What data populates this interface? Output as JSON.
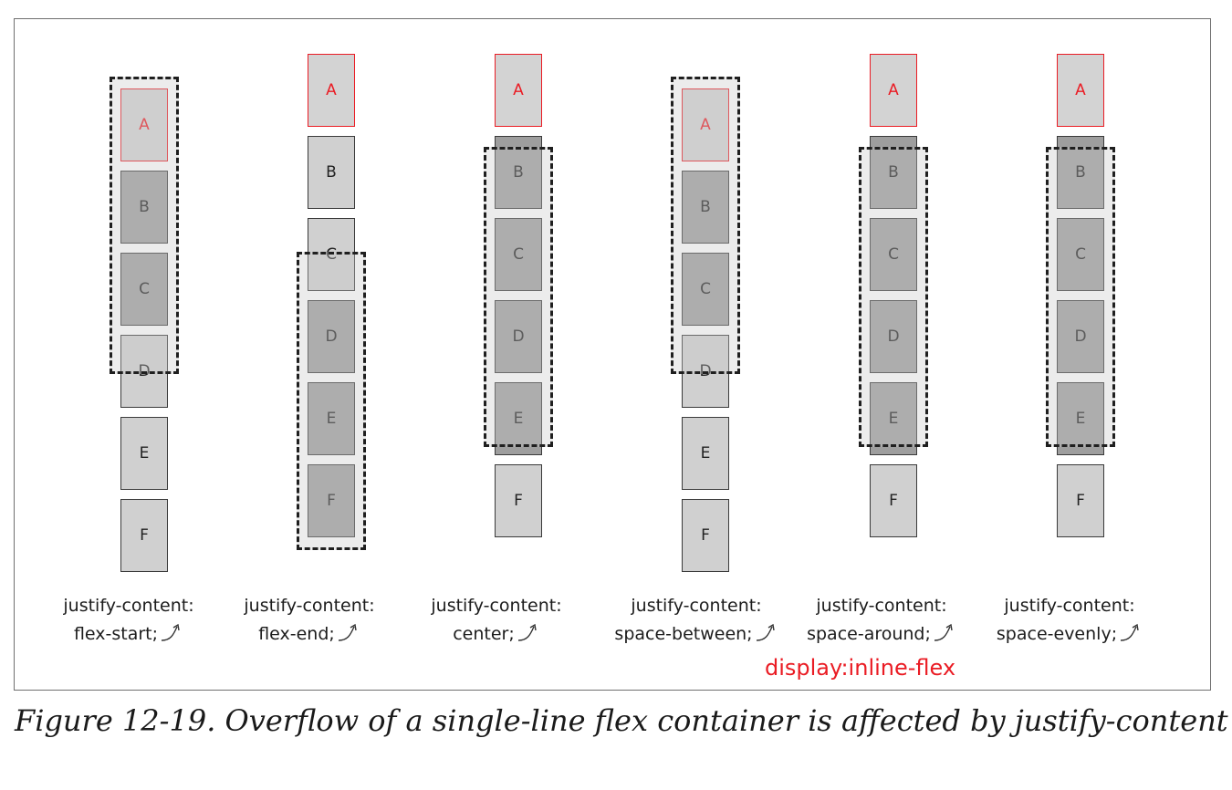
{
  "columns": [
    {
      "caption_line1": "justify-content:",
      "caption_line2": "flex-start;",
      "items": [
        "A",
        "B",
        "C",
        "D",
        "E",
        "F"
      ]
    },
    {
      "caption_line1": "justify-content:",
      "caption_line2": "flex-end;",
      "items": [
        "A",
        "B",
        "C",
        "D",
        "E",
        "F"
      ]
    },
    {
      "caption_line1": "justify-content:",
      "caption_line2": "center;",
      "items": [
        "A",
        "B",
        "C",
        "D",
        "E",
        "F"
      ]
    },
    {
      "caption_line1": "justify-content:",
      "caption_line2": "space-between;",
      "items": [
        "A",
        "B",
        "C",
        "D",
        "E",
        "F"
      ]
    },
    {
      "caption_line1": "justify-content:",
      "caption_line2": "space-around;",
      "items": [
        "A",
        "B",
        "C",
        "D",
        "E",
        "F"
      ]
    },
    {
      "caption_line1": "justify-content:",
      "caption_line2": "space-evenly;",
      "items": [
        "A",
        "B",
        "C",
        "D",
        "E",
        "F"
      ]
    }
  ],
  "display_note": "display:inline-flex",
  "figure_caption": "Figure 12-19. Overflow of a single-line flex container is affected by justify-content",
  "caption_icon": "play-circle-icon",
  "colors": {
    "highlight": "#ea1c24",
    "item": "#d0d0d0",
    "item_in_container": "#9e9e9e"
  }
}
